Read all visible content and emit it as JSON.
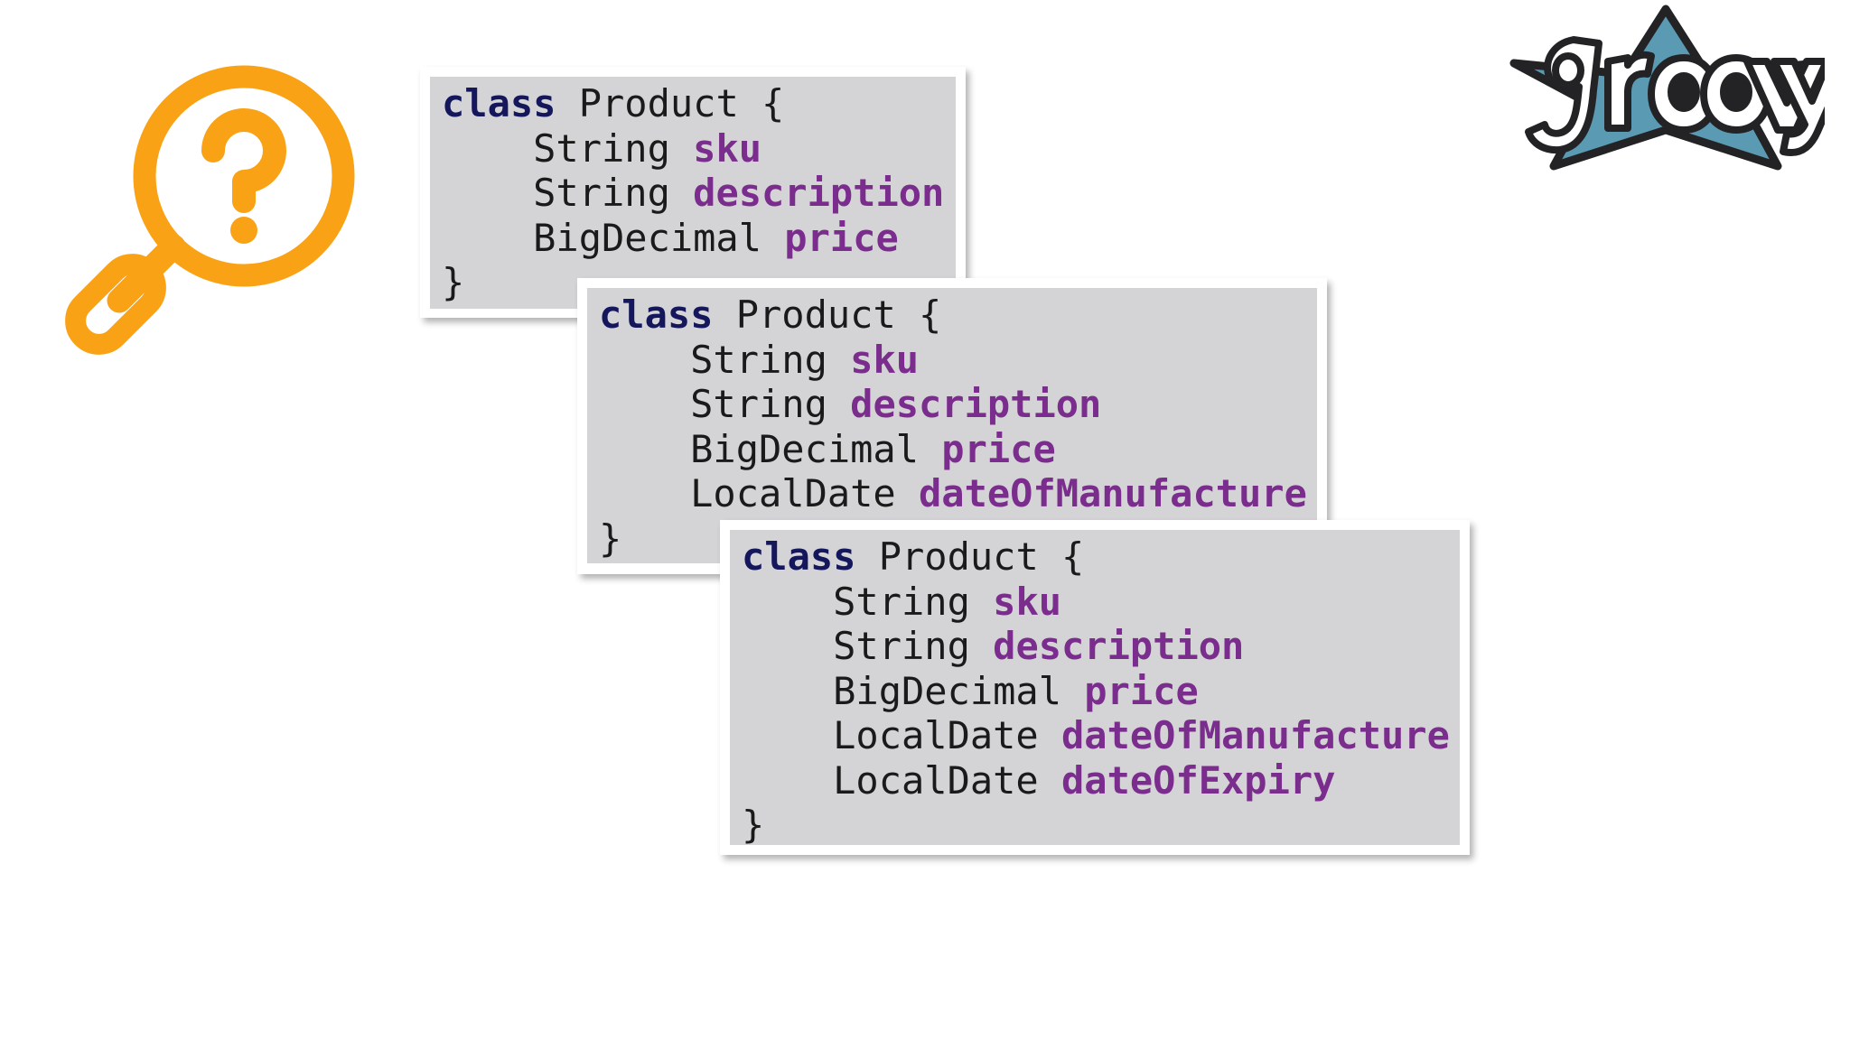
{
  "slide": {
    "background_color": "#ffffff",
    "accent_orange": "#f9a215",
    "keyword_color": "#15175c",
    "property_color": "#7b2d8e",
    "plain_text_color": "#1a1a1a",
    "code_background": "#d4d3d6",
    "card_frame_color": "#ffffff",
    "groovy_star_color": "#5b9ab3",
    "groovy_outline_color": "#232326"
  },
  "magnifier": {
    "icon_name": "magnifying-glass-question-icon",
    "glyph": "?",
    "color": "#f9a215"
  },
  "logo": {
    "icon_name": "groovy-logo",
    "wordmark": "groovy",
    "star_color": "#5b9ab3",
    "outline_color": "#232326"
  },
  "code_cards": [
    {
      "id": "code-card-1",
      "language": "groovy",
      "title": "Product class - 3 fields",
      "lines": [
        [
          {
            "t": "class",
            "c": "kw"
          },
          {
            "t": " Product {",
            "c": "punc"
          }
        ],
        [
          {
            "t": "    String ",
            "c": "type"
          },
          {
            "t": "sku",
            "c": "prop"
          }
        ],
        [
          {
            "t": "    String ",
            "c": "type"
          },
          {
            "t": "description",
            "c": "prop"
          }
        ],
        [
          {
            "t": "    BigDecimal ",
            "c": "type"
          },
          {
            "t": "price",
            "c": "prop"
          }
        ],
        [
          {
            "t": "}",
            "c": "punc"
          }
        ]
      ]
    },
    {
      "id": "code-card-2",
      "language": "groovy",
      "title": "Product class - 4 fields",
      "lines": [
        [
          {
            "t": "class",
            "c": "kw"
          },
          {
            "t": " Product {",
            "c": "punc"
          }
        ],
        [
          {
            "t": "    String ",
            "c": "type"
          },
          {
            "t": "sku",
            "c": "prop"
          }
        ],
        [
          {
            "t": "    String ",
            "c": "type"
          },
          {
            "t": "description",
            "c": "prop"
          }
        ],
        [
          {
            "t": "    BigDecimal ",
            "c": "type"
          },
          {
            "t": "price",
            "c": "prop"
          }
        ],
        [
          {
            "t": "    LocalDate ",
            "c": "type"
          },
          {
            "t": "dateOfManufacture",
            "c": "prop"
          }
        ],
        [
          {
            "t": "}",
            "c": "punc"
          }
        ]
      ]
    },
    {
      "id": "code-card-3",
      "language": "groovy",
      "title": "Product class - 5 fields",
      "lines": [
        [
          {
            "t": "class",
            "c": "kw"
          },
          {
            "t": " Product {",
            "c": "punc"
          }
        ],
        [
          {
            "t": "    String ",
            "c": "type"
          },
          {
            "t": "sku",
            "c": "prop"
          }
        ],
        [
          {
            "t": "    String ",
            "c": "type"
          },
          {
            "t": "description",
            "c": "prop"
          }
        ],
        [
          {
            "t": "    BigDecimal ",
            "c": "type"
          },
          {
            "t": "price",
            "c": "prop"
          }
        ],
        [
          {
            "t": "    LocalDate ",
            "c": "type"
          },
          {
            "t": "dateOfManufacture",
            "c": "prop"
          }
        ],
        [
          {
            "t": "    LocalDate ",
            "c": "type"
          },
          {
            "t": "dateOfExpiry",
            "c": "prop"
          }
        ],
        [
          {
            "t": "}",
            "c": "punc"
          }
        ]
      ]
    }
  ]
}
